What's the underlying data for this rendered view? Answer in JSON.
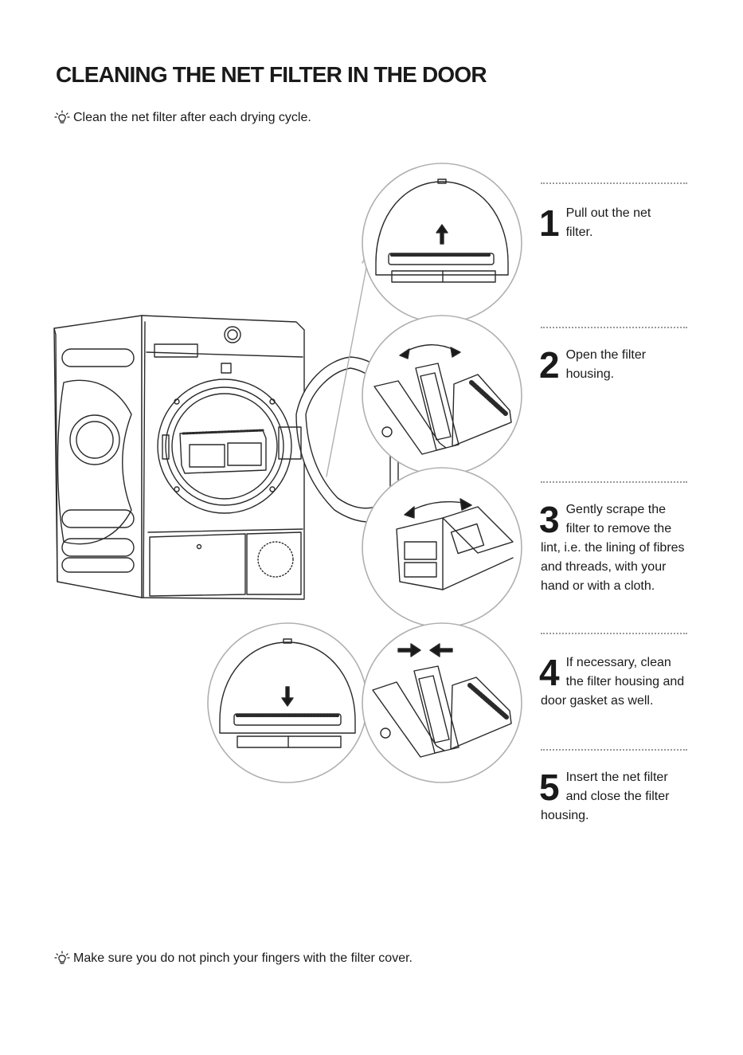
{
  "page": {
    "title": "CLEANING THE NET FILTER IN THE DOOR",
    "tip_top": "Clean the net filter after each drying cycle.",
    "tip_bottom": "Make sure you do not pinch your fingers with the filter cover."
  },
  "icons": {
    "tip": "lightbulb-icon"
  },
  "steps": [
    {
      "number": "1",
      "text": "Pull out the net filter."
    },
    {
      "number": "2",
      "text": "Open the filter housing."
    },
    {
      "number": "3",
      "text": "Gently scrape the filter to remove the lint, i.e. the lining of fibres and threads, with your hand or with a cloth."
    },
    {
      "number": "4",
      "text": "If necessary, clean the filter housing and door gasket as well."
    },
    {
      "number": "5",
      "text": "Insert the net filter and close the filter housing."
    }
  ],
  "colors": {
    "text": "#1a1a1a",
    "line_art": "#2a2a2a",
    "circle_outline": "#b0b0b0",
    "divider": "#9a9a9a"
  }
}
